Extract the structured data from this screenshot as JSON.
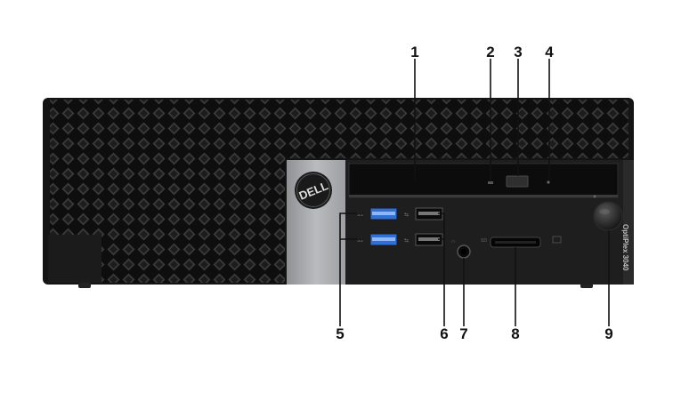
{
  "figure": {
    "subject": "Dell OptiPlex 3040 small form factor — front view",
    "model_label": "OptiPlex 3040",
    "brand_logo_text": "DELL",
    "callouts": [
      {
        "id": "1",
        "label": "1",
        "target": "optical-drive-bay"
      },
      {
        "id": "2",
        "label": "2",
        "target": "optical-drive-activity-light"
      },
      {
        "id": "3",
        "label": "3",
        "target": "optical-drive-eject-button"
      },
      {
        "id": "4",
        "label": "4",
        "target": "optical-drive-emergency-eject-hole"
      },
      {
        "id": "5",
        "label": "5",
        "target": "usb3-ports"
      },
      {
        "id": "6",
        "label": "6",
        "target": "usb2-ports"
      },
      {
        "id": "7",
        "label": "7",
        "target": "headset-connector"
      },
      {
        "id": "8",
        "label": "8",
        "target": "media-card-reader"
      },
      {
        "id": "9",
        "label": "9",
        "target": "power-button"
      }
    ],
    "colors": {
      "chassis": "#141414",
      "bezel": "#1c1c1c",
      "logo_panel": "#a9abae",
      "usb3_blue": "#2f6fd6",
      "label_text": "#111111"
    }
  }
}
